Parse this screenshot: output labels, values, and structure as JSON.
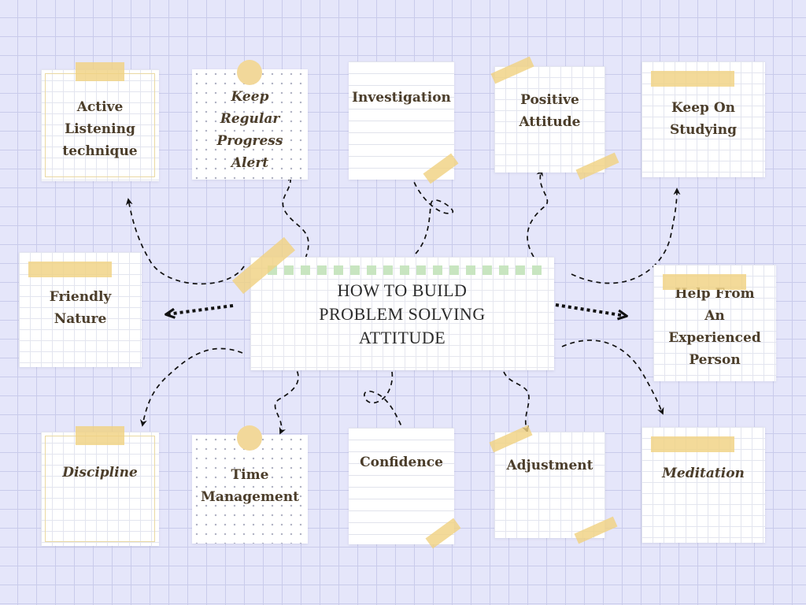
{
  "central_topic": "HOW TO BUILD\nPROBLEM SOLVING\nATTITUDE",
  "nodes": {
    "active_listening": "Active\nListening\ntechnique",
    "keep_regular_progress_alert": "Keep\nRegular\nProgress\nAlert",
    "investigation": "Investigation",
    "positive_attitude": "Positive\nAttitude",
    "keep_on_studying": "Keep On\nStudying",
    "friendly_nature": "Friendly\nNature",
    "help_from_experienced_person": "Help From\nAn\nExperienced\nPerson",
    "discipline": "Discipline",
    "time_management": "Time\nManagement",
    "confidence": "Confidence",
    "adjustment": "Adjustment",
    "meditation": "Meditation"
  },
  "colors": {
    "background": "#e5e6fa",
    "note": "#ffffff",
    "tape": "#f0d282",
    "text": "#4b3d2a",
    "arrow": "#111111",
    "center_accent": "#c8e5c0"
  }
}
